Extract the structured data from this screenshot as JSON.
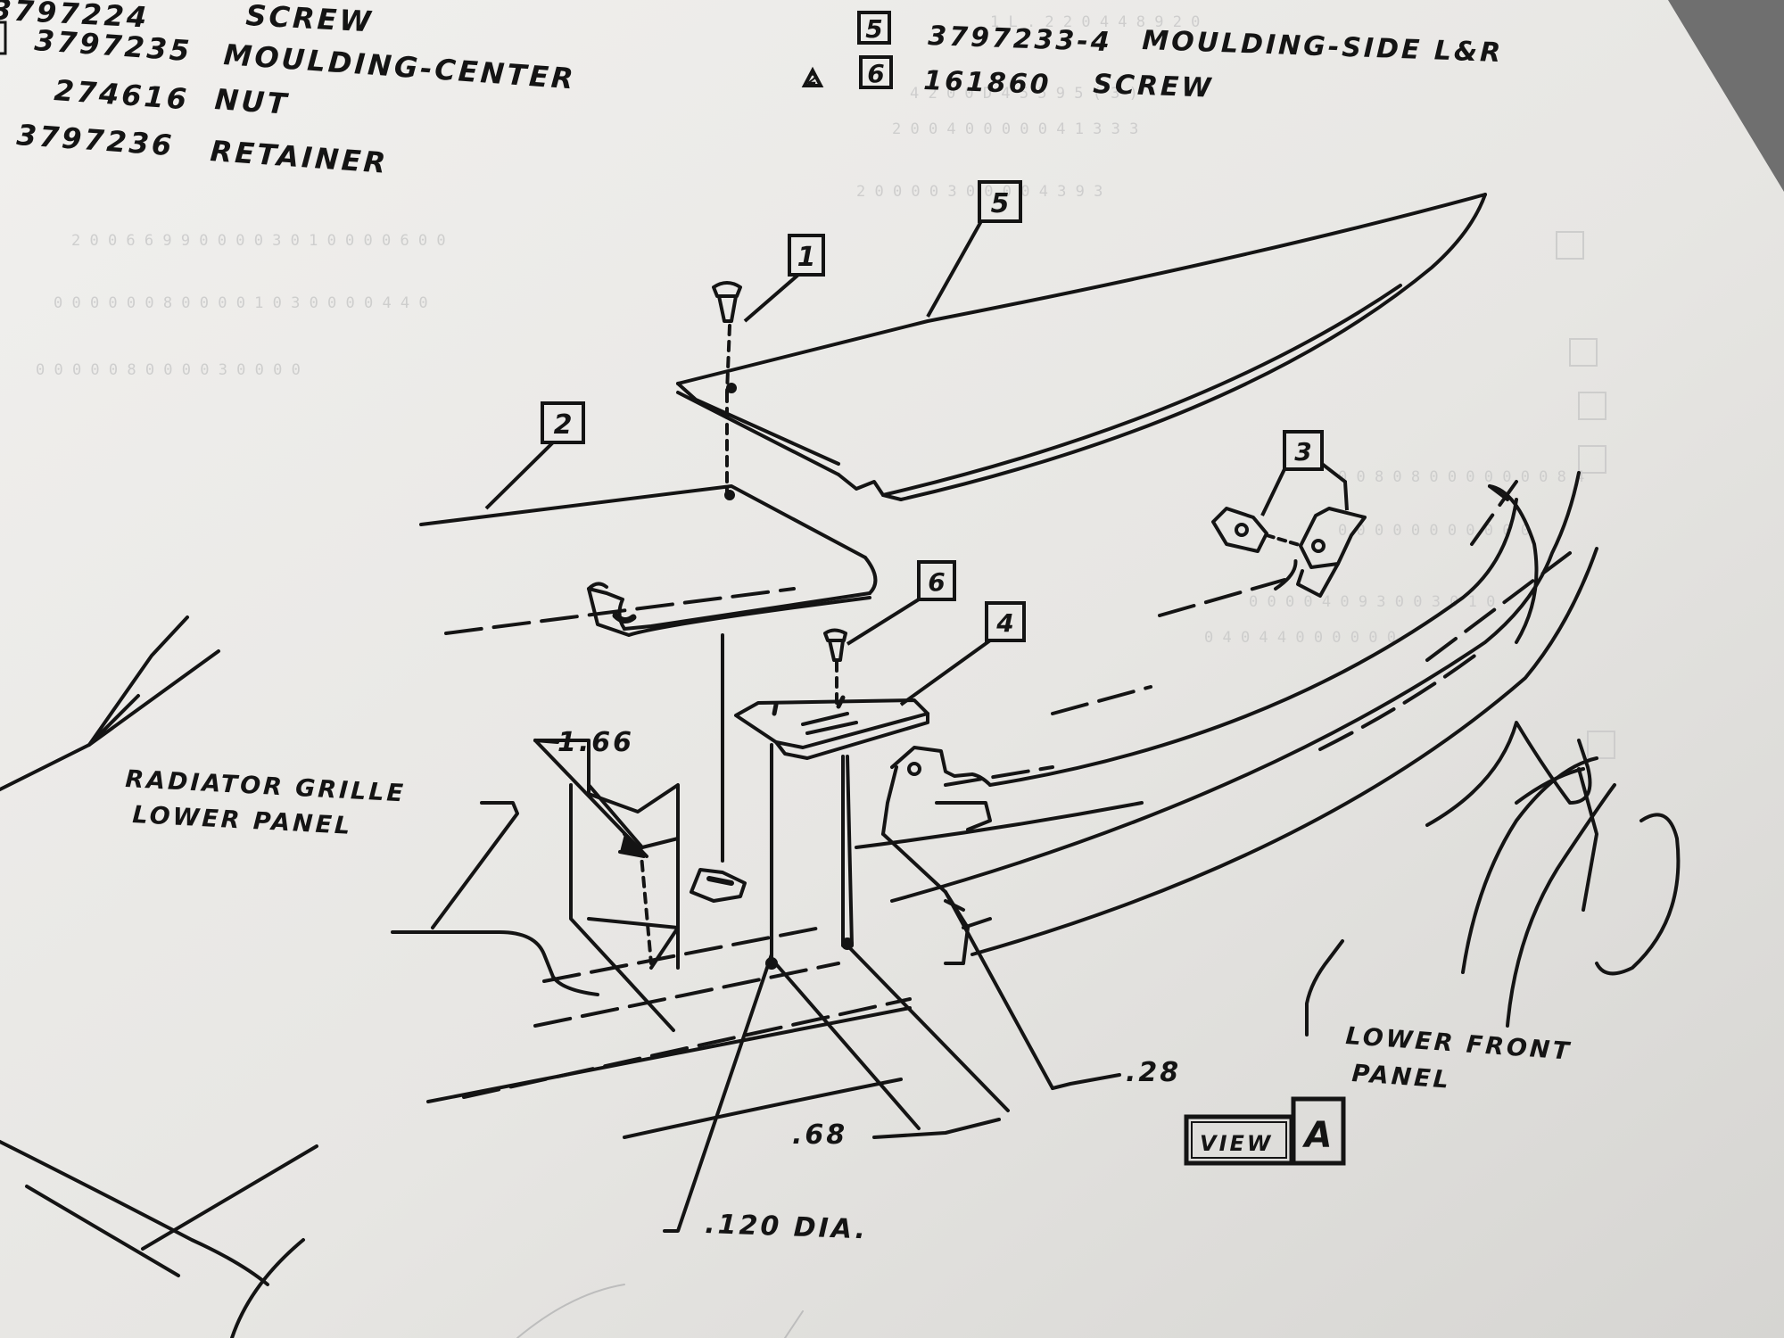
{
  "parts_list": [
    {
      "number": "3797224",
      "name": "SCREW"
    },
    {
      "number": "3797235",
      "name": "MOULDING-CENTER"
    },
    {
      "number": "274616",
      "name": "NUT"
    },
    {
      "number": "3797236",
      "name": "RETAINER"
    },
    {
      "ref": "5",
      "number": "3797233-4",
      "name": "MOULDING-SIDE L&R"
    },
    {
      "ref": "6",
      "flag": "2",
      "number": "161860",
      "name": "SCREW"
    }
  ],
  "callouts": [
    "1",
    "2",
    "3",
    "4",
    "5",
    "6"
  ],
  "labels": {
    "radiator_line1": "RADIATOR GRILLE",
    "radiator_line2": "LOWER PANEL",
    "lower_front_line1": "LOWER FRONT",
    "lower_front_line2": "PANEL"
  },
  "dimensions": {
    "dim_166": "1.66",
    "dim_068": ".68",
    "dim_028": ".28",
    "dim_dia": ".120 DIA."
  },
  "view": {
    "word": "VIEW",
    "letter": "A"
  },
  "colors": {
    "ink": "#141414",
    "paper": "#ecebe8",
    "background": "#6f6f6f"
  }
}
